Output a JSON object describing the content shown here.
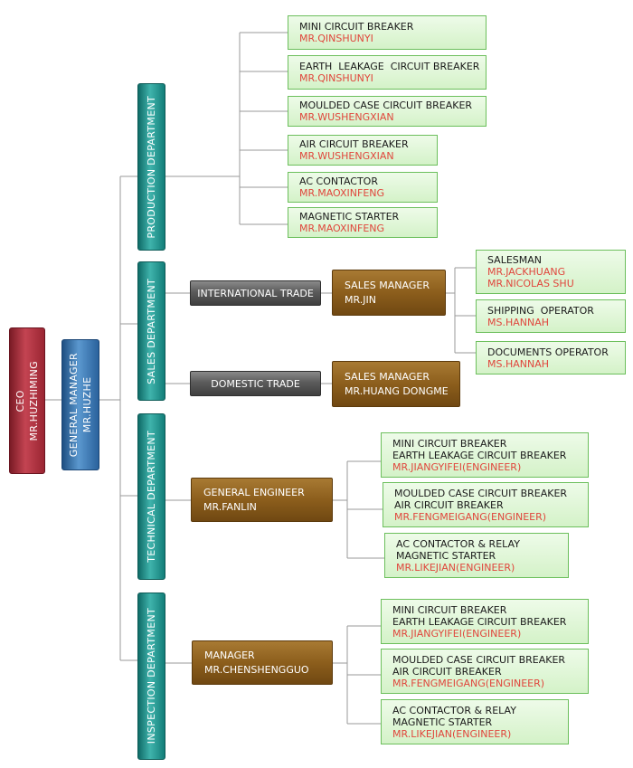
{
  "ceo": {
    "title": "CEO",
    "name": "MR.HUZHIMING"
  },
  "gm": {
    "title": "GENERAL MANAGER",
    "name": "MR.HUZHE"
  },
  "departments": {
    "production": "PRODUCTION DEPARTMENT",
    "sales": "SALES DEPARTMENT",
    "technical": "TECHNICAL DEPARTMENT",
    "inspection": "INSPECTION DEPARTMENT"
  },
  "production": [
    {
      "title": "MINI CIRCUIT BREAKER",
      "name": "MR.QINSHUNYI"
    },
    {
      "title": "EARTH  LEAKAGE  CIRCUIT BREAKER",
      "name": "MR.QINSHUNYI"
    },
    {
      "title": "MOULDED CASE CIRCUIT BREAKER",
      "name": "MR.WUSHENGXIAN"
    },
    {
      "title": "AIR CIRCUIT BREAKER",
      "name": "MR.WUSHENGXIAN"
    },
    {
      "title": "AC CONTACTOR",
      "name": "MR.MAOXINFENG"
    },
    {
      "title": "MAGNETIC STARTER",
      "name": "MR.MAOXINFENG"
    }
  ],
  "sales": {
    "international": "INTERNATIONAL TRADE",
    "domestic": "DOMESTIC TRADE",
    "intl_manager": {
      "title": "SALES MANAGER",
      "name": "MR.JIN"
    },
    "dom_manager": {
      "title": "SALES MANAGER",
      "name": "MR.HUANG DONGME"
    },
    "staff": [
      {
        "title": "SALESMAN",
        "name1": "MR.JACKHUANG",
        "name2": "MR.NICOLAS SHU"
      },
      {
        "title": "SHIPPING  OPERATOR",
        "name1": "MS.HANNAH"
      },
      {
        "title": "DOCUMENTS OPERATOR",
        "name1": "MS.HANNAH"
      }
    ]
  },
  "technical": {
    "head": {
      "title": "GENERAL ENGINEER",
      "name": "MR.FANLIN"
    },
    "teams": [
      {
        "line1": "MINI CIRCUIT BREAKER",
        "line2": "EARTH LEAKAGE CIRCUIT BREAKER",
        "name": "MR.JIANGYIFEI(ENGINEER)"
      },
      {
        "line1": "MOULDED CASE CIRCUIT BREAKER",
        "line2": "AIR CIRCUIT BREAKER",
        "name": "MR.FENGMEIGANG(ENGINEER)"
      },
      {
        "line1": "AC CONTACTOR & RELAY",
        "line2": "MAGNETIC STARTER",
        "name": "MR.LIKEJIAN(ENGINEER)"
      }
    ]
  },
  "inspection": {
    "head": {
      "title": "MANAGER",
      "name": "MR.CHENSHENGGUO"
    },
    "teams": [
      {
        "line1": "MINI CIRCUIT BREAKER",
        "line2": "EARTH LEAKAGE CIRCUIT BREAKER",
        "name": "MR.JIANGYIFEI(ENGINEER)"
      },
      {
        "line1": "MOULDED CASE CIRCUIT BREAKER",
        "line2": "AIR CIRCUIT BREAKER",
        "name": "MR.FENGMEIGANG(ENGINEER)"
      },
      {
        "line1": "AC CONTACTOR & RELAY",
        "line2": "MAGNETIC STARTER",
        "name": "MR.LIKEJIAN(ENGINEER)"
      }
    ]
  },
  "colors": {
    "ceo": "#a8303c",
    "gm": "#3f7fbd",
    "department": "#2a9d97",
    "trade": "#5b5b5b",
    "manager": "#8c5e1c",
    "leaf_fill": "#dcf5d2",
    "leaf_border": "#6cbf5c",
    "name_text": "#e0463c",
    "connector": "#9a9a9a"
  }
}
